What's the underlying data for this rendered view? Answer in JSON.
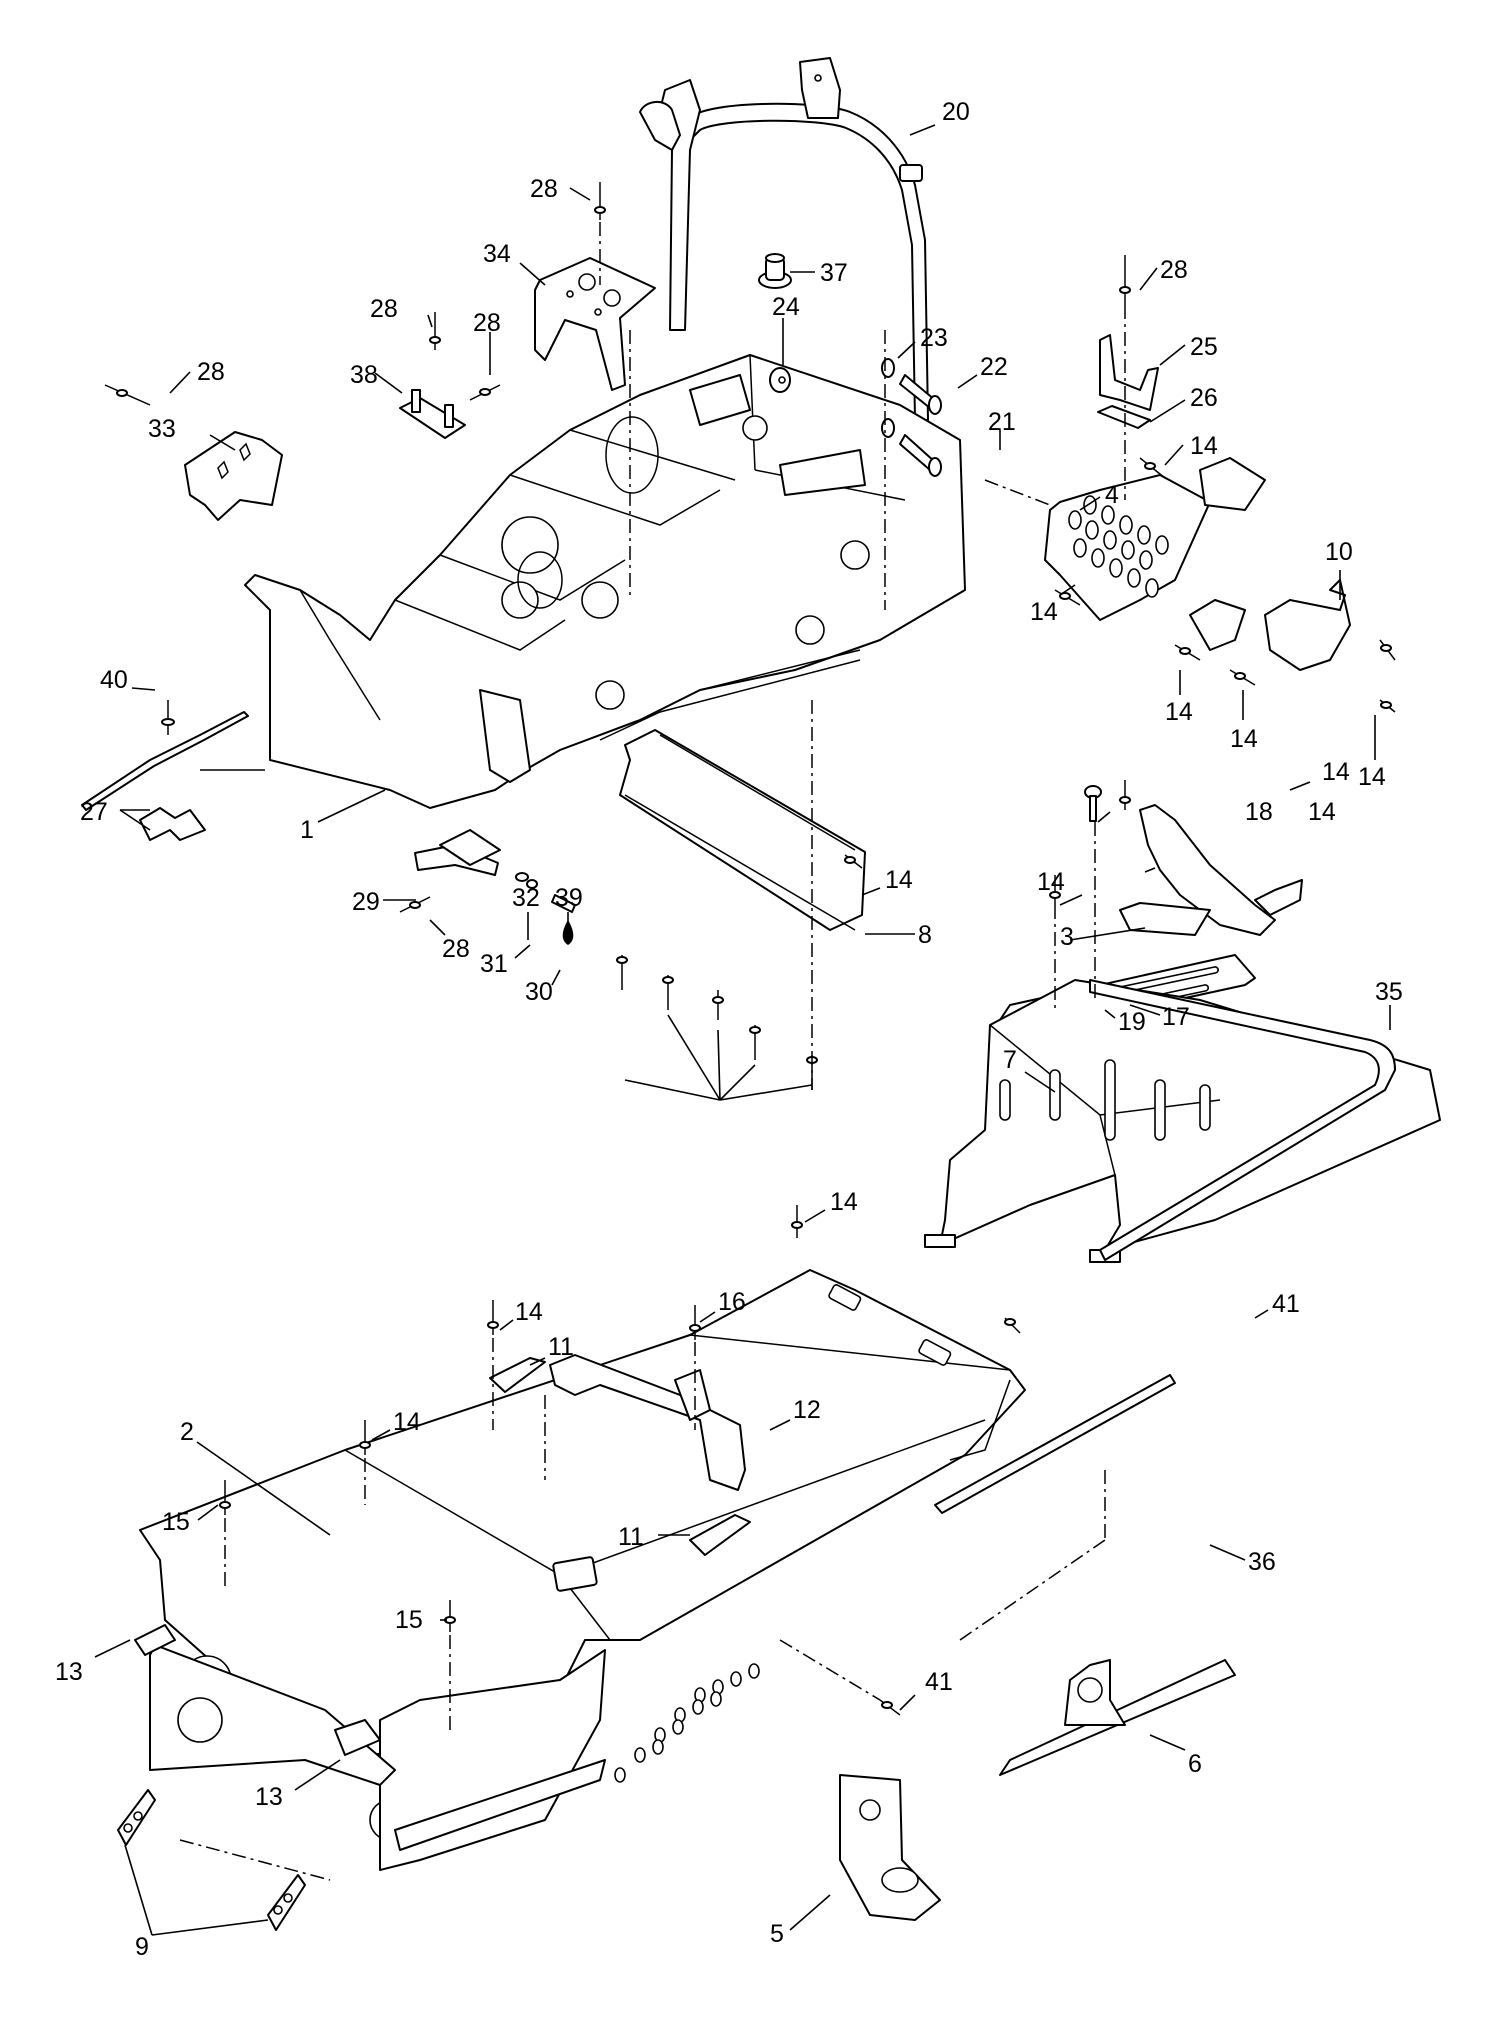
{
  "diagram": {
    "type": "exploded-parts-diagram",
    "colors": {
      "line": "#000000",
      "background": "#ffffff"
    },
    "callouts": [
      {
        "id": "c20",
        "text": "20"
      },
      {
        "id": "c28a",
        "text": "28"
      },
      {
        "id": "c34",
        "text": "34"
      },
      {
        "id": "c37",
        "text": "37"
      },
      {
        "id": "c28b",
        "text": "28"
      },
      {
        "id": "c28c",
        "text": "28"
      },
      {
        "id": "c38",
        "text": "38"
      },
      {
        "id": "c28d",
        "text": "28"
      },
      {
        "id": "c33",
        "text": "33"
      },
      {
        "id": "c24",
        "text": "24"
      },
      {
        "id": "c23",
        "text": "23"
      },
      {
        "id": "c22",
        "text": "22"
      },
      {
        "id": "c21",
        "text": "21"
      },
      {
        "id": "c28e",
        "text": "28"
      },
      {
        "id": "c25",
        "text": "25"
      },
      {
        "id": "c26",
        "text": "26"
      },
      {
        "id": "c14a",
        "text": "14"
      },
      {
        "id": "c4",
        "text": "4"
      },
      {
        "id": "c10",
        "text": "10"
      },
      {
        "id": "c14b",
        "text": "14"
      },
      {
        "id": "c14c",
        "text": "14"
      },
      {
        "id": "c14d",
        "text": "14"
      },
      {
        "id": "c14e",
        "text": "14"
      },
      {
        "id": "c40",
        "text": "40"
      },
      {
        "id": "c27",
        "text": "27"
      },
      {
        "id": "c1",
        "text": "1"
      },
      {
        "id": "c29",
        "text": "29"
      },
      {
        "id": "c32",
        "text": "32"
      },
      {
        "id": "c39",
        "text": "39"
      },
      {
        "id": "c31",
        "text": "31"
      },
      {
        "id": "c30",
        "text": "30"
      },
      {
        "id": "c28f",
        "text": "28"
      },
      {
        "id": "c14f",
        "text": "14"
      },
      {
        "id": "c8",
        "text": "8"
      },
      {
        "id": "c14g",
        "text": "14"
      },
      {
        "id": "c18",
        "text": "18"
      },
      {
        "id": "c14h",
        "text": "14"
      },
      {
        "id": "c14i",
        "text": "14"
      },
      {
        "id": "c3",
        "text": "3"
      },
      {
        "id": "c17",
        "text": "17"
      },
      {
        "id": "c19",
        "text": "19"
      },
      {
        "id": "c35",
        "text": "35"
      },
      {
        "id": "c7",
        "text": "7"
      },
      {
        "id": "c14j",
        "text": "14"
      },
      {
        "id": "c16",
        "text": "16"
      },
      {
        "id": "c14k",
        "text": "14"
      },
      {
        "id": "c11a",
        "text": "11"
      },
      {
        "id": "c12",
        "text": "12"
      },
      {
        "id": "c41a",
        "text": "41"
      },
      {
        "id": "c14l",
        "text": "14"
      },
      {
        "id": "c2",
        "text": "2"
      },
      {
        "id": "c15a",
        "text": "15"
      },
      {
        "id": "c11b",
        "text": "11"
      },
      {
        "id": "c36",
        "text": "36"
      },
      {
        "id": "c15b",
        "text": "15"
      },
      {
        "id": "c13a",
        "text": "13"
      },
      {
        "id": "c41b",
        "text": "41"
      },
      {
        "id": "c13b",
        "text": "13"
      },
      {
        "id": "c6",
        "text": "6"
      },
      {
        "id": "c9",
        "text": "9"
      },
      {
        "id": "c5",
        "text": "5"
      }
    ]
  }
}
